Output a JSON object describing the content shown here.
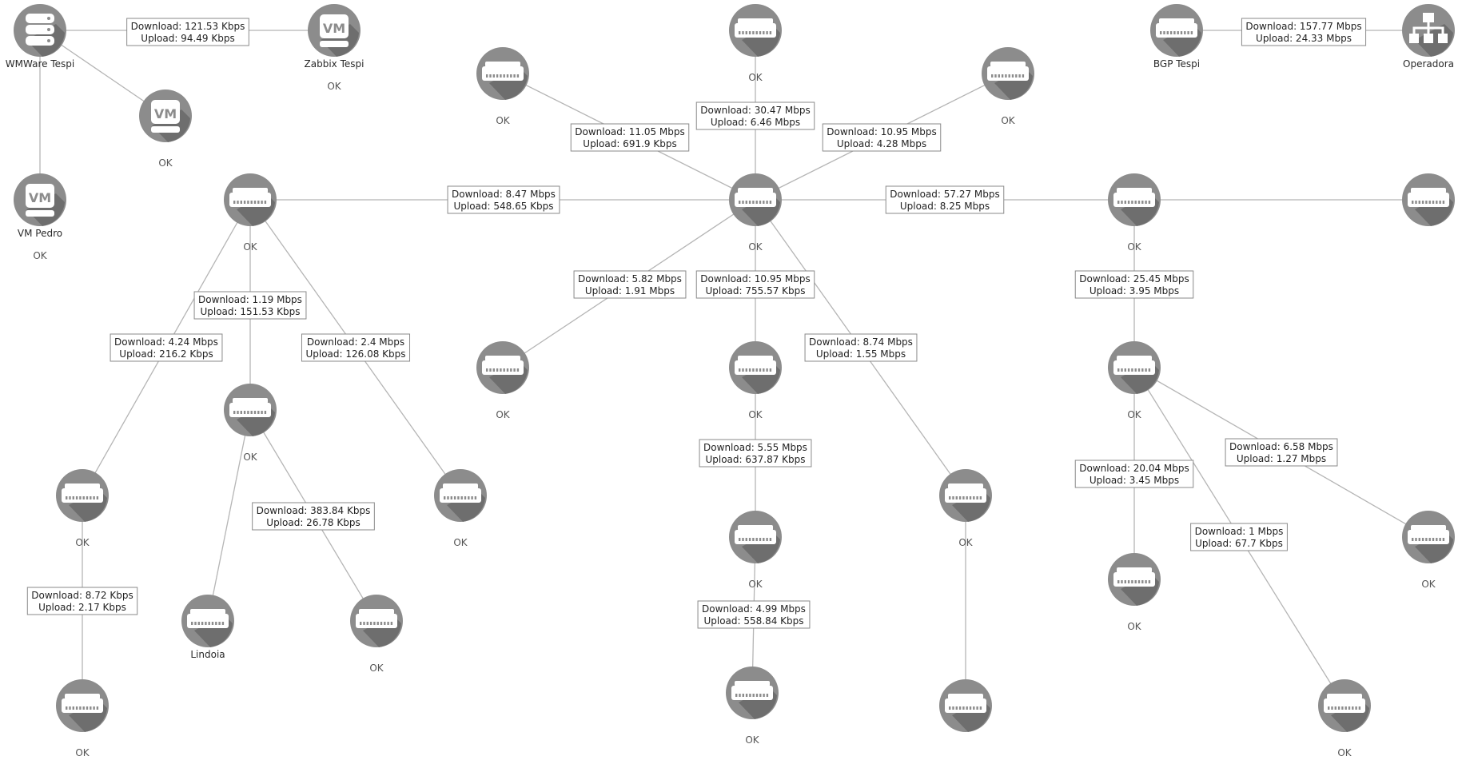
{
  "nodes": [
    {
      "id": "wmware",
      "icon": "server-icon",
      "name": "WMWare Tespi",
      "status": ""
    },
    {
      "id": "zabbix",
      "icon": "vm-icon",
      "name": "Zabbix Tespi",
      "status": "OK"
    },
    {
      "id": "vm2",
      "icon": "vm-icon",
      "name": "",
      "status": "OK"
    },
    {
      "id": "vmpedro",
      "icon": "vm-icon",
      "name": "VM Pedro",
      "status": "OK"
    },
    {
      "id": "sw_tl",
      "icon": "switch-icon",
      "name": "",
      "status": "OK"
    },
    {
      "id": "sw_top",
      "icon": "switch-icon",
      "name": "",
      "status": "OK"
    },
    {
      "id": "sw_tr",
      "icon": "switch-icon",
      "name": "",
      "status": "OK"
    },
    {
      "id": "bgp",
      "icon": "switch-icon",
      "name": "BGP Tespi",
      "status": ""
    },
    {
      "id": "operadora",
      "icon": "network-icon",
      "name": "Operadora",
      "status": ""
    },
    {
      "id": "hub_l",
      "icon": "switch-icon",
      "name": "",
      "status": "OK"
    },
    {
      "id": "hub_c",
      "icon": "switch-icon",
      "name": "",
      "status": "OK"
    },
    {
      "id": "hub_r",
      "icon": "switch-icon",
      "name": "",
      "status": "OK"
    },
    {
      "id": "far_r",
      "icon": "switch-icon",
      "name": "",
      "status": ""
    },
    {
      "id": "sw_l2",
      "icon": "switch-icon",
      "name": "",
      "status": "OK"
    },
    {
      "id": "sw_c_l",
      "icon": "switch-icon",
      "name": "",
      "status": "OK"
    },
    {
      "id": "sw_c_m",
      "icon": "switch-icon",
      "name": "",
      "status": "OK"
    },
    {
      "id": "sw_r2",
      "icon": "switch-icon",
      "name": "",
      "status": "OK"
    },
    {
      "id": "sw_ll",
      "icon": "switch-icon",
      "name": "",
      "status": "OK"
    },
    {
      "id": "sw_lr",
      "icon": "switch-icon",
      "name": "",
      "status": "OK"
    },
    {
      "id": "sw_cr",
      "icon": "switch-icon",
      "name": "",
      "status": "OK"
    },
    {
      "id": "sw_c_m2",
      "icon": "switch-icon",
      "name": "",
      "status": "OK"
    },
    {
      "id": "sw_rr",
      "icon": "switch-icon",
      "name": "",
      "status": "OK"
    },
    {
      "id": "sw_r3",
      "icon": "switch-icon",
      "name": "",
      "status": "OK"
    },
    {
      "id": "lindoia",
      "icon": "switch-icon",
      "name": "Lindoia",
      "status": ""
    },
    {
      "id": "sw_l3",
      "icon": "switch-icon",
      "name": "",
      "status": "OK"
    },
    {
      "id": "sw_ll2",
      "icon": "switch-icon",
      "name": "",
      "status": "OK"
    },
    {
      "id": "sw_c_m3",
      "icon": "switch-icon",
      "name": "",
      "status": "OK"
    },
    {
      "id": "sw_cr2",
      "icon": "switch-icon",
      "name": "",
      "status": ""
    },
    {
      "id": "sw_r4",
      "icon": "switch-icon",
      "name": "",
      "status": "OK"
    }
  ],
  "links": [
    {
      "from": "wmware",
      "to": "zabbix",
      "download": "Download: 121.53 Kbps",
      "upload": "Upload: 94.49 Kbps"
    },
    {
      "from": "wmware",
      "to": "vm2",
      "download": "",
      "upload": ""
    },
    {
      "from": "wmware",
      "to": "vmpedro",
      "download": "",
      "upload": ""
    },
    {
      "from": "bgp",
      "to": "operadora",
      "download": "Download: 157.77 Mbps",
      "upload": "Upload: 24.33 Mbps"
    },
    {
      "from": "hub_c",
      "to": "sw_tl",
      "download": "Download: 11.05 Mbps",
      "upload": "Upload: 691.9 Kbps"
    },
    {
      "from": "hub_c",
      "to": "sw_top",
      "download": "Download: 30.47 Mbps",
      "upload": "Upload: 6.46 Mbps"
    },
    {
      "from": "hub_c",
      "to": "sw_tr",
      "download": "Download: 10.95 Mbps",
      "upload": "Upload: 4.28 Mbps"
    },
    {
      "from": "hub_l",
      "to": "hub_c",
      "download": "Download: 8.47 Mbps",
      "upload": "Upload: 548.65 Kbps"
    },
    {
      "from": "hub_c",
      "to": "hub_r",
      "download": "Download: 57.27 Mbps",
      "upload": "Upload: 8.25 Mbps"
    },
    {
      "from": "hub_r",
      "to": "far_r",
      "download": "",
      "upload": ""
    },
    {
      "from": "hub_c",
      "to": "sw_c_l",
      "download": "Download: 5.82 Mbps",
      "upload": "Upload: 1.91 Mbps"
    },
    {
      "from": "hub_c",
      "to": "sw_c_m",
      "download": "Download: 10.95 Mbps",
      "upload": "Upload: 755.57 Kbps"
    },
    {
      "from": "hub_c",
      "to": "sw_cr",
      "download": "Download: 8.74 Mbps",
      "upload": "Upload: 1.55 Mbps"
    },
    {
      "from": "hub_l",
      "to": "sw_l2",
      "download": "Download: 1.19 Mbps",
      "upload": "Upload: 151.53 Kbps"
    },
    {
      "from": "hub_l",
      "to": "sw_ll",
      "download": "Download: 4.24 Mbps",
      "upload": "Upload: 216.2 Kbps"
    },
    {
      "from": "hub_l",
      "to": "sw_lr",
      "download": "Download: 2.4 Mbps",
      "upload": "Upload: 126.08 Kbps"
    },
    {
      "from": "hub_r",
      "to": "sw_r2",
      "download": "Download: 25.45 Mbps",
      "upload": "Upload: 3.95 Mbps"
    },
    {
      "from": "sw_c_m",
      "to": "sw_c_m2",
      "download": "Download: 5.55 Mbps",
      "upload": "Upload: 637.87 Kbps"
    },
    {
      "from": "sw_c_m2",
      "to": "sw_c_m3",
      "download": "Download: 4.99 Mbps",
      "upload": "Upload: 558.84 Kbps"
    },
    {
      "from": "sw_r2",
      "to": "sw_r3",
      "download": "Download: 20.04 Mbps",
      "upload": "Upload: 3.45 Mbps"
    },
    {
      "from": "sw_r2",
      "to": "sw_rr",
      "download": "Download: 6.58 Mbps",
      "upload": "Upload: 1.27 Mbps"
    },
    {
      "from": "sw_r2",
      "to": "sw_r4",
      "download": "Download: 1 Mbps",
      "upload": "Upload: 67.7 Kbps"
    },
    {
      "from": "sw_l2",
      "to": "lindoia",
      "download": "",
      "upload": ""
    },
    {
      "from": "sw_l2",
      "to": "sw_l3",
      "download": "Download: 383.84 Kbps",
      "upload": "Upload: 26.78 Kbps"
    },
    {
      "from": "sw_ll",
      "to": "sw_ll2",
      "download": "Download: 8.72 Kbps",
      "upload": "Upload: 2.17 Kbps"
    },
    {
      "from": "sw_cr",
      "to": "sw_cr2",
      "download": "",
      "upload": ""
    }
  ]
}
